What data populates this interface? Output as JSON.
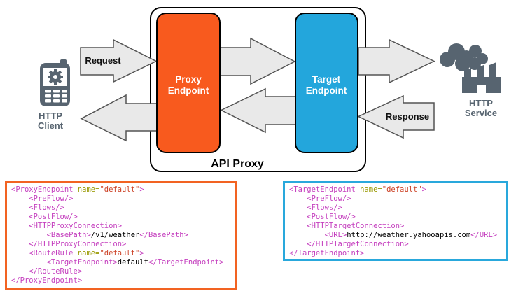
{
  "diagram": {
    "api_proxy": {
      "label": "API Proxy"
    },
    "proxy_endpoint": {
      "line1": "Proxy",
      "line2": "Endpoint",
      "fill": "#F85A1E"
    },
    "target_endpoint": {
      "line1": "Target",
      "line2": "Endpoint",
      "fill": "#23A6DC"
    },
    "http_client": {
      "line1": "HTTP",
      "line2": "Client"
    },
    "http_service": {
      "line1": "HTTP",
      "line2": "Service"
    },
    "request": {
      "label": "Request"
    },
    "response": {
      "label": "Response"
    },
    "colors": {
      "arrow_fill": "#E9E9E9",
      "icon_gray": "#576470"
    }
  },
  "code": {
    "syntax": {
      "tag": "#C540BF",
      "attr": "#999900",
      "val": "#CC4125",
      "txt": "#000000"
    },
    "proxy_block": {
      "border": "#F26322",
      "lines": [
        [
          [
            "tag",
            "<ProxyEndpoint"
          ],
          [
            "attr",
            " name="
          ],
          [
            "val",
            "\"default\""
          ],
          [
            "tag",
            ">"
          ]
        ],
        [
          [
            "tag",
            "    <PreFlow/>"
          ]
        ],
        [
          [
            "tag",
            "    <Flows/>"
          ]
        ],
        [
          [
            "tag",
            "    <PostFlow/>"
          ]
        ],
        [
          [
            "tag",
            "    <HTTPProxyConnection>"
          ]
        ],
        [
          [
            "tag",
            "        <BasePath>"
          ],
          [
            "txt",
            "/v1/weather"
          ],
          [
            "tag",
            "</BasePath>"
          ]
        ],
        [
          [
            "tag",
            "    </HTTPProxyConnection>"
          ]
        ],
        [
          [
            "tag",
            "    <RouteRule"
          ],
          [
            "attr",
            " name="
          ],
          [
            "val",
            "\"default\""
          ],
          [
            "tag",
            ">"
          ]
        ],
        [
          [
            "tag",
            "        <TargetEndpoint>"
          ],
          [
            "txt",
            "default"
          ],
          [
            "tag",
            "</TargetEndpoint>"
          ]
        ],
        [
          [
            "tag",
            "    </RouteRule>"
          ]
        ],
        [
          [
            "tag",
            "</ProxyEndpoint>"
          ]
        ]
      ]
    },
    "target_block": {
      "border": "#29A8DC",
      "lines": [
        [
          [
            "tag",
            "<TargetEndpoint"
          ],
          [
            "attr",
            " name="
          ],
          [
            "val",
            "\"default\""
          ],
          [
            "tag",
            ">"
          ]
        ],
        [
          [
            "tag",
            "    <PreFlow/>"
          ]
        ],
        [
          [
            "tag",
            "    <Flows/>"
          ]
        ],
        [
          [
            "tag",
            "    <PostFlow/>"
          ]
        ],
        [
          [
            "tag",
            "    <HTTPTargetConnection>"
          ]
        ],
        [
          [
            "tag",
            "        <URL>"
          ],
          [
            "txt",
            "http://weather.yahooapis.com"
          ],
          [
            "tag",
            "</URL>"
          ]
        ],
        [
          [
            "tag",
            "    </HTTPTargetConnection>"
          ]
        ],
        [
          [
            "tag",
            "</TargetEndpoint>"
          ]
        ]
      ]
    }
  }
}
